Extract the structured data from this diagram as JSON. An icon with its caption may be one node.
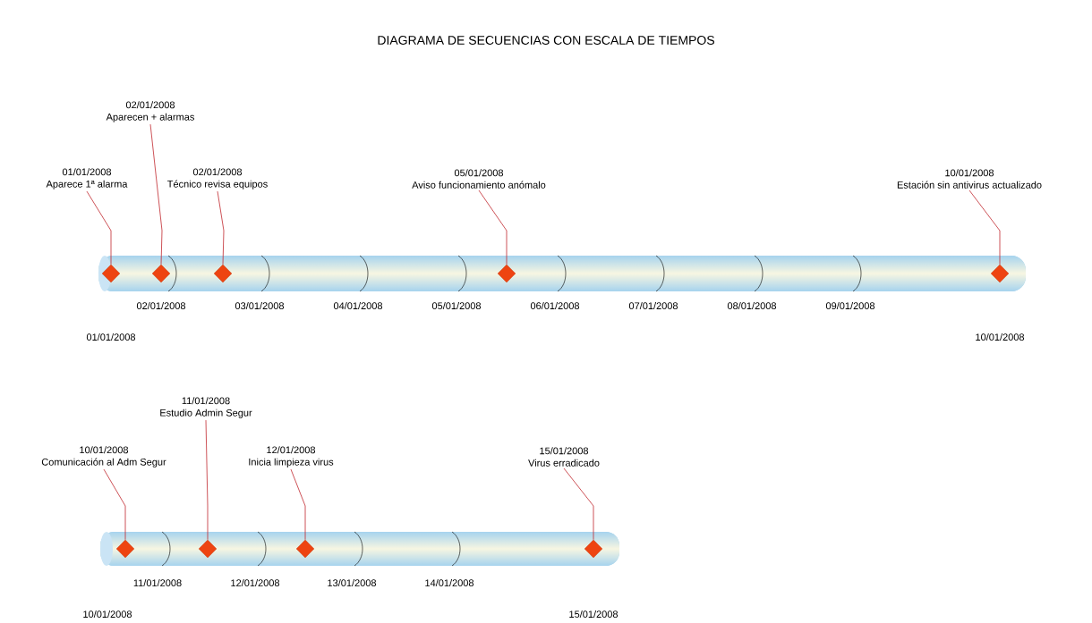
{
  "diagram": {
    "title": "DIAGRAMA DE SECUENCIAS CON ESCALA DE TIEMPOS",
    "nodes": [
      {
        "text": [
          "01/01/2008",
          "Aparece 1ª alarma"
        ]
      },
      {
        "text": [
          "02/01/2008",
          "Aparecen + alarmas"
        ]
      },
      {
        "text": [
          "02/01/2008",
          "Técnico revisa equipos"
        ]
      },
      {
        "text": [
          "05/01/2008",
          "Aviso funcionamiento anómalo"
        ]
      },
      {
        "text": [
          "10/01/2008",
          "Estación sin antivirus actualizado"
        ]
      },
      {
        "text": [],
        "shape": "bar"
      },
      {
        "text": [],
        "shape": "diamond",
        "in": 5
      },
      {
        "text": [],
        "shape": "diamond",
        "in": 5
      },
      {
        "text": [],
        "shape": "diamond",
        "in": 5
      },
      {
        "text": [],
        "shape": "diamond",
        "in": 5
      },
      {
        "text": [],
        "shape": "diamond",
        "in": 5
      },
      {
        "text": [
          "10/01/2008",
          "Comunicación al Adm Segur"
        ]
      },
      {
        "text": [
          "11/01/2008",
          "Estudio Admin Segur"
        ]
      },
      {
        "text": [
          "12/01/2008",
          "Inicia limpieza virus"
        ]
      },
      {
        "text": [
          "15/01/2008",
          "Virus erradicado"
        ]
      },
      {
        "text": [],
        "shape": "bar"
      },
      {
        "text": [],
        "shape": "diamond",
        "in": 15
      },
      {
        "text": [],
        "shape": "diamond",
        "in": 15
      },
      {
        "text": [],
        "shape": "diamond",
        "in": 15
      },
      {
        "text": [],
        "shape": "diamond",
        "in": 15
      }
    ],
    "edges": [
      {
        "from": 0,
        "to": 6,
        "arrow": "none"
      },
      {
        "from": 1,
        "to": 7,
        "arrow": "none"
      },
      {
        "from": 2,
        "to": 8,
        "arrow": "none"
      },
      {
        "from": 3,
        "to": 9,
        "arrow": "none"
      },
      {
        "from": 4,
        "to": 10,
        "arrow": "none"
      },
      {
        "from": 11,
        "to": 16,
        "arrow": "none"
      },
      {
        "from": 12,
        "to": 17,
        "arrow": "none"
      },
      {
        "from": 13,
        "to": 18,
        "arrow": "none"
      },
      {
        "from": 14,
        "to": 19,
        "arrow": "none"
      }
    ],
    "labels": [
      "02/01/2008",
      "03/01/2008",
      "04/01/2008",
      "05/01/2008",
      "06/01/2008",
      "07/01/2008",
      "08/01/2008",
      "09/01/2008",
      "01/01/2008",
      "10/01/2008",
      "11/01/2008",
      "12/01/2008",
      "13/01/2008",
      "14/01/2008",
      "10/01/2008",
      "15/01/2008"
    ]
  }
}
